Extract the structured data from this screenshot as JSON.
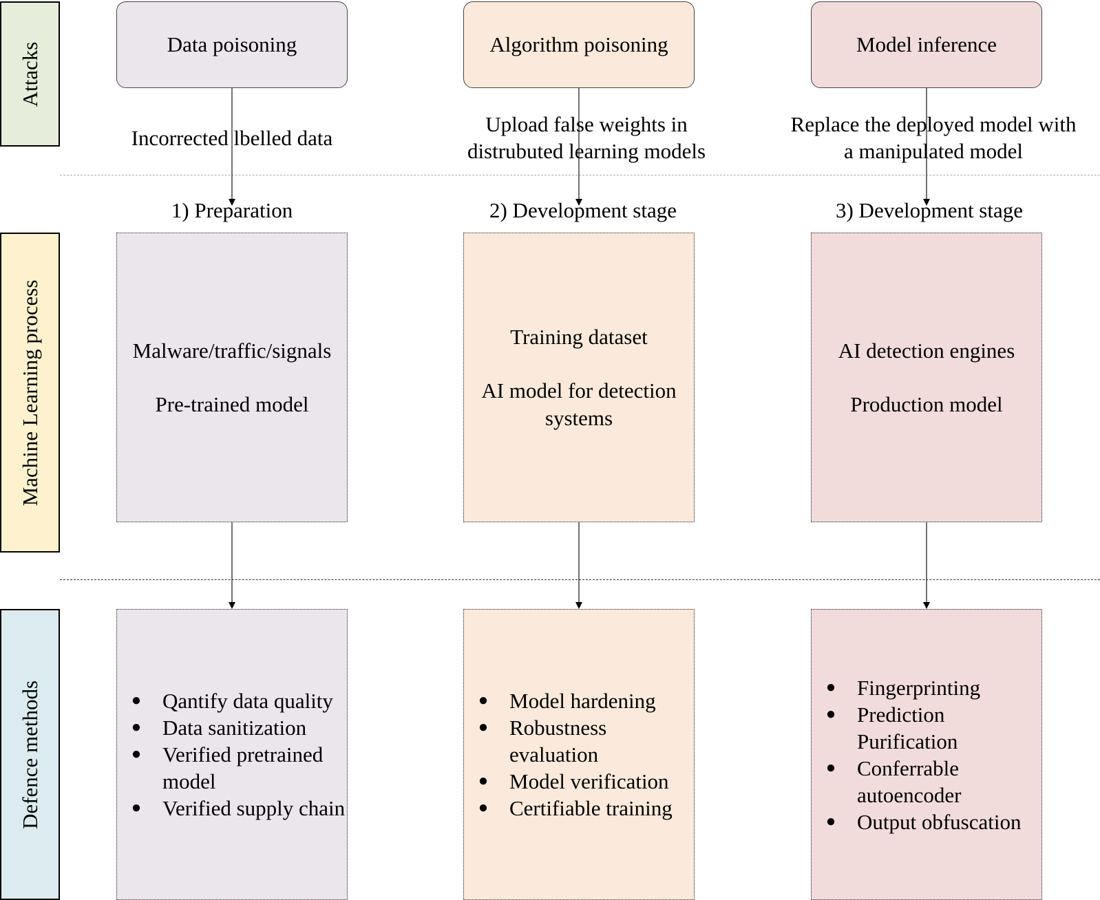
{
  "rows": {
    "attacks": "Attacks",
    "ml_process": "Machine Learning process",
    "defence": "Defence methods"
  },
  "colors": {
    "attacks_row": "#e6eedb",
    "ml_process_row": "#fdf2cd",
    "defence_row": "#dcebef",
    "column_1": "#ebe5ec",
    "column_2": "#fbeadb",
    "column_3": "#f1dbdb"
  },
  "columns": [
    {
      "attack": "Data poisoning",
      "attack_description": [
        "Incorrected lbelled data"
      ],
      "stage": "1) Preparation",
      "process_items": [
        "Malware/traffic/signals",
        "Pre-trained model"
      ],
      "defences": [
        "Qantify data quality",
        "Data sanitization",
        "Verified pretrained model",
        "Verified supply chain"
      ]
    },
    {
      "attack": "Algorithm poisoning",
      "attack_description": [
        "Upload false weights in",
        "distrubuted learning models"
      ],
      "stage": "2) Development stage",
      "process_items": [
        "Training dataset",
        "AI model for detection systems"
      ],
      "defences": [
        "Model hardening",
        "Robustness evaluation",
        "Model verification",
        "Certifiable training"
      ]
    },
    {
      "attack": "Model inference",
      "attack_description": [
        "Replace the deployed model with",
        "a manipulated model"
      ],
      "stage": "3) Development stage",
      "process_items": [
        "AI detection engines",
        "Production model"
      ],
      "defences": [
        "Fingerprinting",
        "Prediction Purification",
        "Conferrable autoencoder",
        "Output obfuscation"
      ]
    }
  ]
}
